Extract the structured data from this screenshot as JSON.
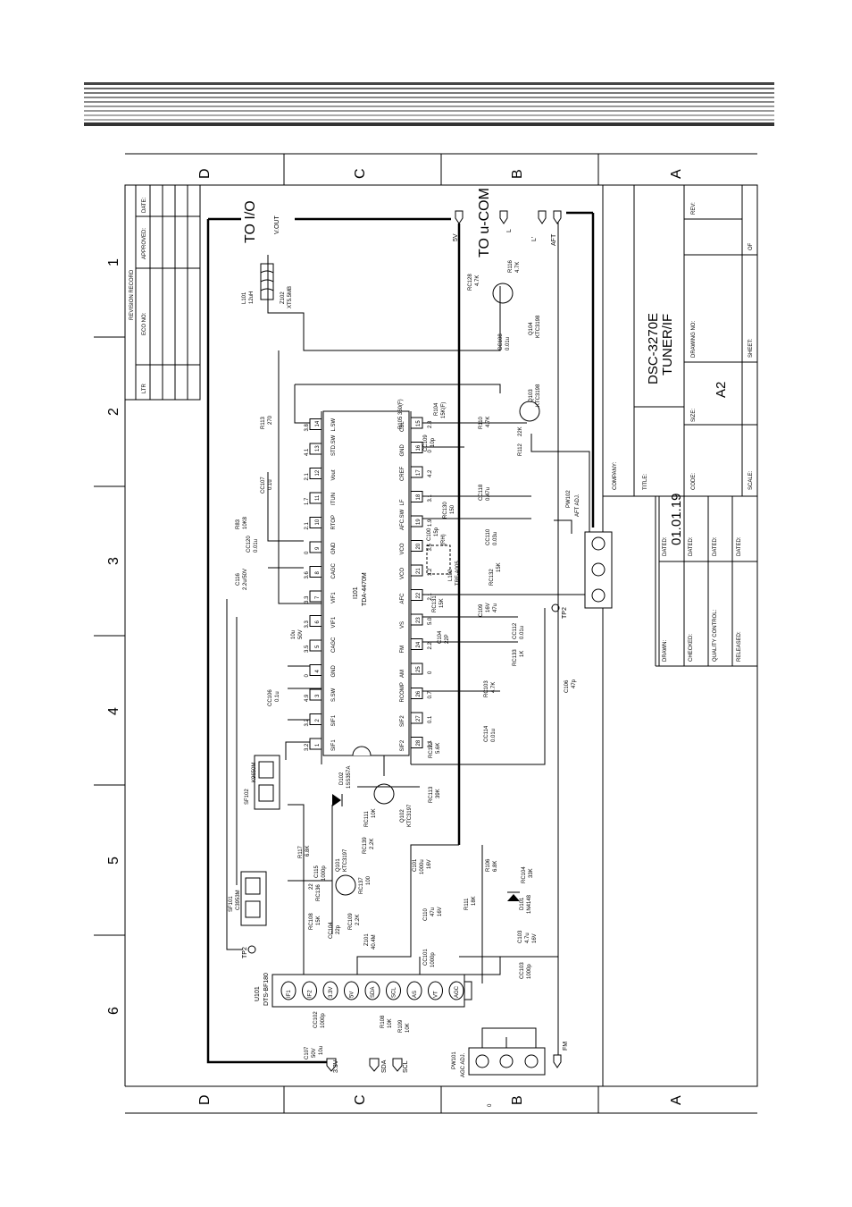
{
  "grid": {
    "col_numbers": [
      "1",
      "2",
      "3",
      "4",
      "5",
      "6"
    ],
    "row_letters": [
      "D",
      "C",
      "B",
      "A"
    ],
    "page_mark": "0"
  },
  "revision_block": {
    "title": "REVISION RECORD",
    "headers": [
      "LTR",
      "ECO NO:",
      "APPROVED:",
      "DATE:"
    ]
  },
  "title_block": {
    "company_label": "COMPANY:",
    "title_label": "TITLE:",
    "code_label": "CODE:",
    "size_label": "SIZE:",
    "size_value": "A2",
    "drawing_no_label": "DRAWING NO:",
    "rev_label": "REV:",
    "sheet_label": "SHEET:",
    "of_label": "OF",
    "scale_label": "SCALE:",
    "title_line1": "DSC-3270E",
    "title_line2": "TUNER/IF",
    "drawn_label": "DRAWN:",
    "checked_label": "CHECKED:",
    "qc_label": "QUALITY CONTROL:",
    "released_label": "RELEASED:",
    "dated_label": "DATED:",
    "date_value": "01.01.19"
  },
  "connectors": {
    "to_io": "TO I/O",
    "vout": "V.OUT",
    "to_ucom": "TO u-COM",
    "v5": "5V",
    "l": "L",
    "lp": "L'",
    "aft": "AFT",
    "fm": "FM",
    "v33": "3.3V",
    "sda": "SDA",
    "scl": "SCL",
    "tp2a": "TP2",
    "tp2b": "TP2"
  },
  "ic": {
    "ref": "I101",
    "part": "TDA-4470M",
    "left_pins": [
      {
        "n": "1",
        "name": "SIF1",
        "v": "3.2"
      },
      {
        "n": "2",
        "name": "SIF1",
        "v": "3.2"
      },
      {
        "n": "3",
        "name": "S.SW",
        "v": "4.9"
      },
      {
        "n": "4",
        "name": "GND",
        "v": "0"
      },
      {
        "n": "5",
        "name": "CAGC",
        "v": "3.5"
      },
      {
        "n": "6",
        "name": "VIF1",
        "v": "3.3"
      },
      {
        "n": "7",
        "name": "VIF1",
        "v": "3.3"
      },
      {
        "n": "8",
        "name": "CAGC",
        "v": "3.6"
      },
      {
        "n": "9",
        "name": "GND",
        "v": "0"
      },
      {
        "n": "10",
        "name": "RTOP",
        "v": "2.1"
      },
      {
        "n": "11",
        "name": "ITUN",
        "v": "1.7"
      },
      {
        "n": "12",
        "name": "Vout",
        "v": "2.1"
      },
      {
        "n": "13",
        "name": "STD.SW",
        "v": "4.1"
      },
      {
        "n": "14",
        "name": "L.SW",
        "v": "3.8"
      }
    ],
    "right_pins": [
      {
        "n": "15",
        "name": "CBL",
        "v": "2.8"
      },
      {
        "n": "16",
        "name": "GND",
        "v": "0"
      },
      {
        "n": "17",
        "name": "CREF",
        "v": "4.2"
      },
      {
        "n": "18",
        "name": "LF",
        "v": "3.1"
      },
      {
        "n": "19",
        "name": "AFC.SW",
        "v": "1.9"
      },
      {
        "n": "20",
        "name": "VCO",
        "v": "3.5"
      },
      {
        "n": "21",
        "name": "VCO",
        "v": "3.2"
      },
      {
        "n": "22",
        "name": "AFC",
        "v": "2.1"
      },
      {
        "n": "23",
        "name": "VS",
        "v": "5.0"
      },
      {
        "n": "24",
        "name": "FM",
        "v": "2.2"
      },
      {
        "n": "25",
        "name": "AM",
        "v": "0"
      },
      {
        "n": "26",
        "name": "RCOMP",
        "v": "0.7"
      },
      {
        "n": "27",
        "name": "SIF2",
        "v": "0.1"
      },
      {
        "n": "28",
        "name": "SIF2",
        "v": "0.1"
      }
    ]
  },
  "tuner": {
    "ref": "U101",
    "part": "DTS-BF180",
    "pins": [
      "IF1",
      "IF2",
      "3.3V",
      "5V",
      "SDA",
      "SCL",
      "AS",
      "VT",
      "AGC"
    ]
  },
  "components": {
    "l101": "L101",
    "l101v": "12uH",
    "z102": "Z102",
    "z102v": "XT5.5MB",
    "rc128": "RC128",
    "rc128v": "4.7K",
    "r116": "R116",
    "r116v": "4.7K",
    "q104": "Q104",
    "q104v": "KTC3198",
    "cc108": "CC108",
    "cc108v": "0.01u",
    "r105": "R105  360(F)",
    "r104": "R104",
    "r104v": "15K(F)",
    "cc109": "CC109",
    "cc109v": "10p",
    "q103": "Q103",
    "q103v": "KTC3198",
    "r110": "R110",
    "r110v": "4.7K",
    "r112": "R112",
    "r112v": "22K",
    "r113": "R113",
    "r113v": "270",
    "cc107": "CC107",
    "cc107v": "0.1u",
    "r83": "R83",
    "r83v": "10K8",
    "cc120": "CC120",
    "cc120v": "0.01u",
    "c116": "C116",
    "c116v": "2.2u/50V",
    "cc118": "CC118",
    "cc118v": "0.47u",
    "rc130": "RC130",
    "rc130v": "150",
    "c100": "C100",
    "c100v": "15p",
    "c100k": "(RH)",
    "cc110": "CC110",
    "cc110v": "0.03u",
    "l102": "L102",
    "l102v": "TRF-A005",
    "rc132": "RC132",
    "rc132v": "15K",
    "pw102": "PW102",
    "pw102v": "AFT ADJ.",
    "rc131": "RC131",
    "rc131v": "15K",
    "c109": "C109",
    "c109v": "16V",
    "c109w": "47u",
    "cc112": "CC112",
    "cc112v": "0.01u",
    "c104": "C104",
    "c104v": "22P",
    "rc133": "RC133",
    "rc133v": "1K",
    "c10": "10u",
    "c10v": "50V",
    "cc106": "CC106",
    "cc106v": "0.1u",
    "rc103": "RC103",
    "rc103v": "4.7K",
    "cc114": "CC114",
    "cc114v": "0.01u",
    "c106": "C106",
    "c106v": "47p",
    "rc112": "RC112",
    "rc112v": "5.6K",
    "d102": "D102",
    "d102v": "1SS357A",
    "sf102": "SF102",
    "sf102v": "K9650M",
    "rc113": "RC113",
    "rc113v": "39K",
    "q102": "Q102",
    "q102v": "KTC3197",
    "rc111": "RC111",
    "rc111v": "10K",
    "r117": "R117",
    "r117v": "6.8K",
    "rc139": "RC139",
    "rc139v": "2.2K",
    "c115": "C115",
    "c115v": "1000p",
    "q101": "Q101",
    "q101v": "KTC3197",
    "rc137": "RC137",
    "rc137v": "100",
    "sf101": "SF101",
    "sf101v": "C3953M",
    "rc136": "RC136",
    "rc136v": "22",
    "rc108": "RC108",
    "rc108v": "15K",
    "cc104": "CC104",
    "cc104v": "22p",
    "rc109": "RC109",
    "rc109v": "2.2K",
    "z101": "Z101",
    "z101v": "40.4M",
    "c101": "C101",
    "c101v": "1000u",
    "c101w": "16V",
    "r106": "R106",
    "r106v": "6.8K",
    "c110": "C110",
    "c110v": "47u",
    "c110w": "16V",
    "r111": "R111",
    "r111v": "18K",
    "d101": "D101",
    "d101v": "1N4148",
    "rc104": "RC104",
    "rc104v": "33K",
    "cc101": "CC101",
    "cc101v": "1000p",
    "c103": "C103",
    "c103v": "4.7u",
    "c103w": "16V",
    "cc103": "CC103",
    "cc103v": "1000p",
    "cc102": "CC102",
    "cc102v": "1000p",
    "c107": "C107",
    "c107v": "50V",
    "c107w": "10u",
    "r108": "R108",
    "r108v": "10K",
    "r109": "R109",
    "r109v": "10K",
    "pw101": "PW101",
    "pw101v": "AGC ADJ."
  }
}
